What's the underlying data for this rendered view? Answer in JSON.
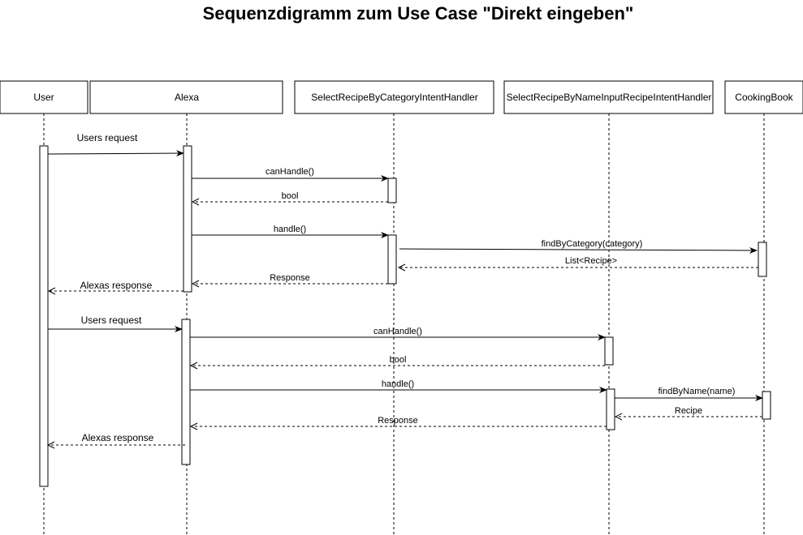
{
  "title": "Sequenzdigramm zum Use Case \"Direkt eingeben\"",
  "participants": [
    {
      "id": "user",
      "label": "User"
    },
    {
      "id": "alexa",
      "label": "Alexa"
    },
    {
      "id": "category",
      "label": "SelectRecipeByCategoryIntentHandler"
    },
    {
      "id": "name",
      "label": "SelectRecipeByNameInputRecipeIntentHandler"
    },
    {
      "id": "book",
      "label": "CookingBook"
    }
  ],
  "messages": [
    {
      "id": "m1",
      "from": "user",
      "to": "alexa",
      "type": "sync",
      "label": "Users request"
    },
    {
      "id": "m2",
      "from": "alexa",
      "to": "category",
      "type": "sync",
      "label": "canHandle()"
    },
    {
      "id": "m3",
      "from": "category",
      "to": "alexa",
      "type": "return",
      "label": "bool"
    },
    {
      "id": "m4",
      "from": "alexa",
      "to": "category",
      "type": "sync",
      "label": "handle()"
    },
    {
      "id": "m5",
      "from": "category",
      "to": "book",
      "type": "sync",
      "label": "findByCategory(category)"
    },
    {
      "id": "m6",
      "from": "book",
      "to": "category",
      "type": "return",
      "label": "List<Recipe>"
    },
    {
      "id": "m7",
      "from": "category",
      "to": "alexa",
      "type": "return",
      "label": "Response"
    },
    {
      "id": "m8",
      "from": "alexa",
      "to": "user",
      "type": "return",
      "label": "Alexas response"
    },
    {
      "id": "m9",
      "from": "user",
      "to": "alexa",
      "type": "sync",
      "label": "Users request"
    },
    {
      "id": "m10",
      "from": "alexa",
      "to": "name",
      "type": "sync",
      "label": "canHandle()"
    },
    {
      "id": "m11",
      "from": "name",
      "to": "alexa",
      "type": "return",
      "label": "bool"
    },
    {
      "id": "m12",
      "from": "alexa",
      "to": "name",
      "type": "sync",
      "label": "handle()"
    },
    {
      "id": "m13",
      "from": "name",
      "to": "book",
      "type": "sync",
      "label": "findByName(name)"
    },
    {
      "id": "m14",
      "from": "book",
      "to": "name",
      "type": "return",
      "label": "Recipe"
    },
    {
      "id": "m15",
      "from": "name",
      "to": "alexa",
      "type": "return",
      "label": "Response"
    },
    {
      "id": "m16",
      "from": "alexa",
      "to": "user",
      "type": "return",
      "label": "Alexas response"
    }
  ]
}
